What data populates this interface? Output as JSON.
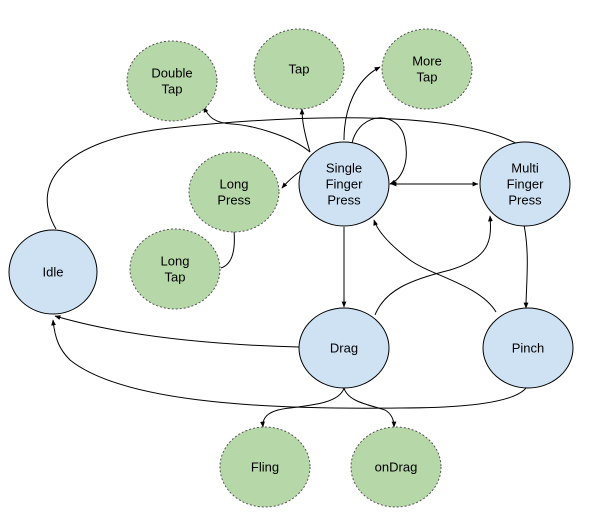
{
  "colors": {
    "state_fill": "#cfe2f3",
    "state_stroke": "#000000",
    "event_fill": "#b6d7a8",
    "event_stroke": "#555555",
    "edge": "#000000",
    "background": "#ffffff"
  },
  "nodes": {
    "idle": {
      "lines": [
        "Idle"
      ],
      "kind": "state"
    },
    "single_finger_press": {
      "lines": [
        "Single",
        "Finger",
        "Press"
      ],
      "kind": "state"
    },
    "multi_finger_press": {
      "lines": [
        "Multi",
        "Finger",
        "Press"
      ],
      "kind": "state"
    },
    "drag": {
      "lines": [
        "Drag"
      ],
      "kind": "state"
    },
    "pinch": {
      "lines": [
        "Pinch"
      ],
      "kind": "state"
    },
    "double_tap": {
      "lines": [
        "Double",
        "Tap"
      ],
      "kind": "event"
    },
    "tap": {
      "lines": [
        "Tap"
      ],
      "kind": "event"
    },
    "more_tap": {
      "lines": [
        "More",
        "Tap"
      ],
      "kind": "event"
    },
    "long_press": {
      "lines": [
        "Long",
        "Press"
      ],
      "kind": "event"
    },
    "long_tap": {
      "lines": [
        "Long",
        "Tap"
      ],
      "kind": "event"
    },
    "fling": {
      "lines": [
        "Fling"
      ],
      "kind": "event"
    },
    "on_drag": {
      "lines": [
        "onDrag"
      ],
      "kind": "event"
    }
  }
}
